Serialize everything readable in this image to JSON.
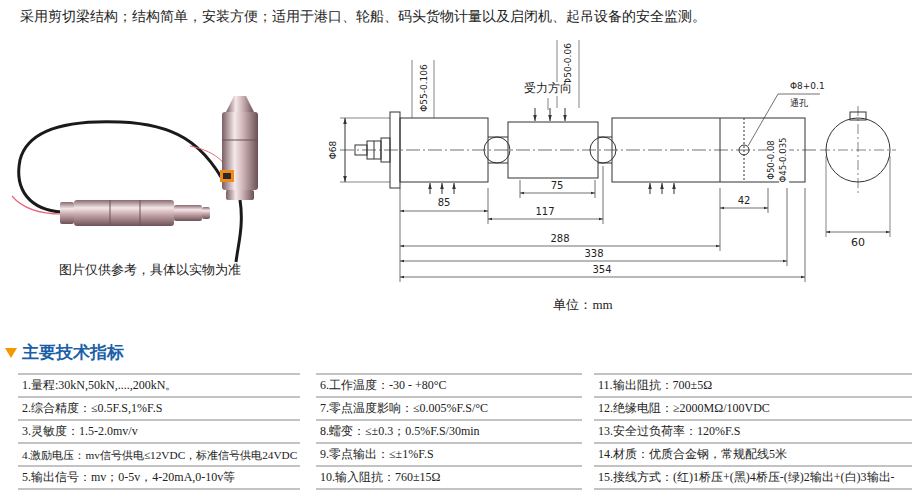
{
  "diagram": {
    "title": "主要技术指标",
    "labels": [
      "采用剪切梁结构；结构简单，安装方便；适用于港口、轮船、码头货物计量以及启闭机、起吊设备的安全监测。",
      "图片仅供参考，具体以实物为准",
      "Φ55-0.106",
      "Φ50-0.06",
      "受力方向",
      "Φ8+0.1",
      "通孔",
      "Φ68",
      "Φ50-0.08",
      "Φ45-0.035",
      "85",
      "75",
      "117",
      "42",
      "288",
      "338",
      "354",
      "60",
      "单位：mm",
      "1.量程:30kN,50kN,....,200kN。",
      "2.综合精度：≤0.5F.S,1%F.S",
      "3.灵敏度：1.5-2.0mv/v",
      "4.激励电压：mv信号供电≤12VDC，标准信号供电24VDC",
      "5.输出信号：mv；0-5v，4-20mA,0-10v等",
      "6.工作温度：-30 - +80°C",
      "7.零点温度影响：≤0.005%F.S/°C",
      "8.蠕变：≤±0.3；0.5%F.S/30min",
      "9.零点输出：≤±1%F.S",
      "10.输入阻抗：760±15Ω",
      "11.输出阻抗：700±5Ω",
      "12.绝缘电阻：≥2000MΩ/100VDC",
      "13.安全过负荷率：120%F.S",
      "14.材质：优质合金钢，常规配线5米",
      "15.接线方式：(红)1桥压+(黑)4桥压-(绿)2输出+(白)3输出-"
    ]
  }
}
